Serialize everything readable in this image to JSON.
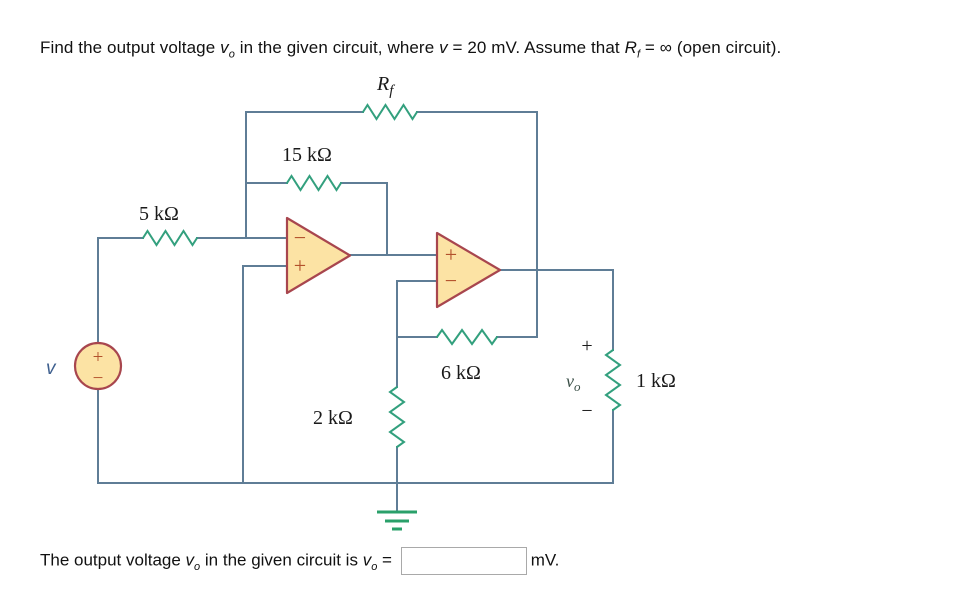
{
  "title": {
    "part1": "Find the output voltage ",
    "v_sym": "v",
    "v_sub": "o",
    "part2": " in the given circuit, where ",
    "v2_sym": "v",
    "part3": " = 20 mV. Assume that ",
    "r_sym": "R",
    "r_sub": "f",
    "part4": " = ",
    "infinity": "∞",
    "part5": " (open circuit)."
  },
  "circuit": {
    "labels": {
      "rf_sym": "R",
      "rf_sub": "f",
      "r15": "15 kΩ",
      "r5": "5 kΩ",
      "r6": "6 kΩ",
      "r2": "2 kΩ",
      "r1": "1 kΩ",
      "source": "v",
      "vo_sym": "v",
      "vo_sub": "o",
      "vo_plus": "+",
      "vo_minus": "−",
      "op1_minus": "−",
      "op1_plus": "+",
      "op2_plus": "+",
      "op2_minus": "−",
      "src_plus": "+",
      "src_minus": "−"
    },
    "colors": {
      "wire": "#5f7d96",
      "resistor": "#33a07e",
      "ground": "#2aa06a",
      "component_fill": "#fce3a4",
      "component_stroke": "#a8464e",
      "symbol": "#b3512b",
      "label": "#1a1a1a",
      "vo_label": "#3a4f47",
      "v_label": "#3f608f"
    }
  },
  "question": {
    "part1": "The output voltage ",
    "v_sym": "v",
    "v_sub": "o",
    "part2": " in the given circuit is ",
    "v2_sym": "v",
    "v2_sub": "o",
    "part3": " = ",
    "answer_value": "",
    "unit": "mV."
  }
}
